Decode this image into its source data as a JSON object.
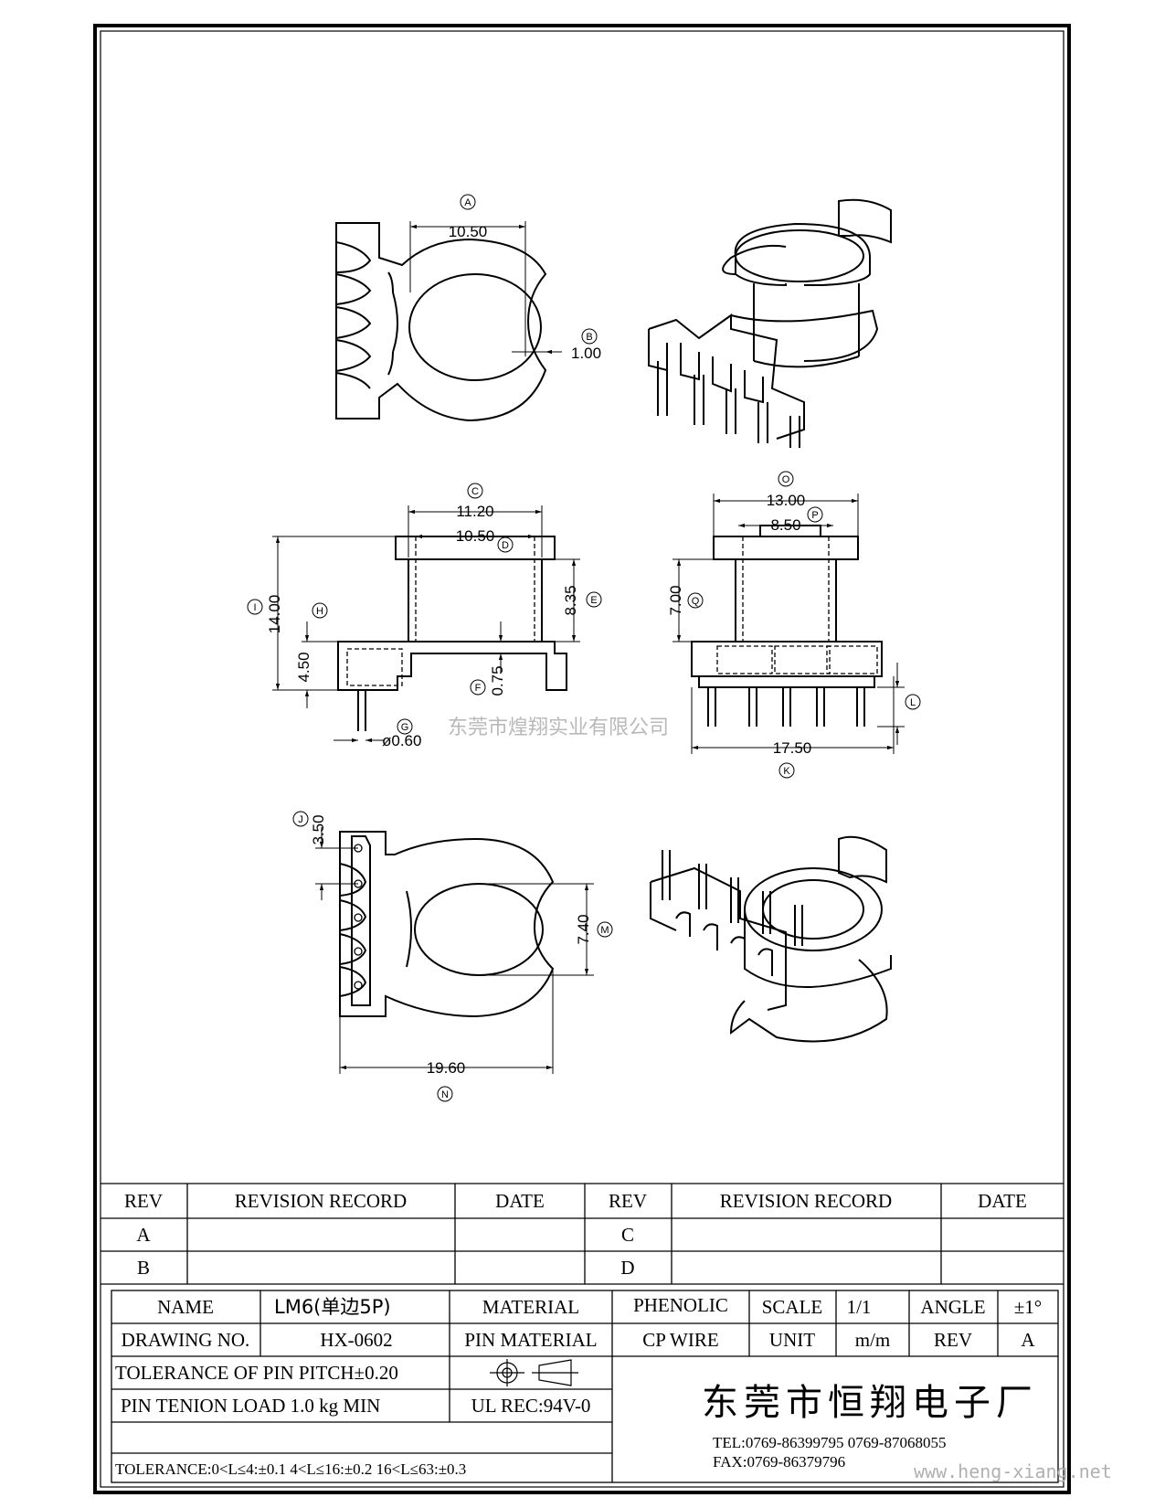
{
  "dimensions": {
    "top_width": "10.50",
    "top_rim": "1.00",
    "front_outer": "11.20",
    "front_inner": "10.50",
    "front_height": "14.00",
    "front_bobbin": "8.35",
    "front_base": "4.50",
    "front_pin_offset": "0.75",
    "front_pin_dia": "ø0.60",
    "side_outer": "13.00",
    "side_slot": "8.50",
    "side_height": "7.00",
    "side_base": "17.50",
    "bottom_pitch": "3.50",
    "bottom_height": "7.40",
    "bottom_width": "19.60"
  },
  "callouts": {
    "A": "A",
    "B": "B",
    "C": "C",
    "D": "D",
    "E": "E",
    "F": "F",
    "G": "G",
    "H": "H",
    "I": "I",
    "J": "J",
    "K": "K",
    "L": "L",
    "M": "M",
    "N": "N",
    "O": "O",
    "P": "P",
    "Q": "Q"
  },
  "watermark": "东莞市煌翔实业有限公司",
  "revision_table": {
    "headers": [
      "REV",
      "REVISION RECORD",
      "DATE",
      "REV",
      "REVISION RECORD",
      "DATE"
    ],
    "rows": [
      [
        "A",
        "",
        "",
        "C",
        "",
        ""
      ],
      [
        "B",
        "",
        "",
        "D",
        "",
        ""
      ]
    ]
  },
  "title_block": {
    "name_label": "NAME",
    "name_value": "LM6(单边5P)",
    "material_label": "MATERIAL",
    "material_value": "PHENOLIC",
    "scale_label": "SCALE",
    "scale_value": "1/1",
    "angle_label": "ANGLE",
    "angle_value": "±1°",
    "drawing_no_label": "DRAWING NO.",
    "drawing_no_value": "HX-0602",
    "pin_material_label": "PIN MATERIAL",
    "pin_material_value": "CP WIRE",
    "unit_label": "UNIT",
    "unit_value": "m/m",
    "rev_label": "REV",
    "rev_value": "A",
    "tolerance_pitch": "TOLERANCE OF PIN PITCH±0.20",
    "pin_load": "PIN TENION LOAD   1.0 kg MIN",
    "ul_rec": "UL REC:94V-0",
    "tolerance": "TOLERANCE:0<L≤4:±0.1  4<L≤16:±0.2  16<L≤63:±0.3",
    "company": "东莞市恒翔电子厂",
    "tel": "TEL:0769-86399795    0769-87068055",
    "fax": "FAX:0769-86379796"
  },
  "url": "www.heng-xiang.net"
}
